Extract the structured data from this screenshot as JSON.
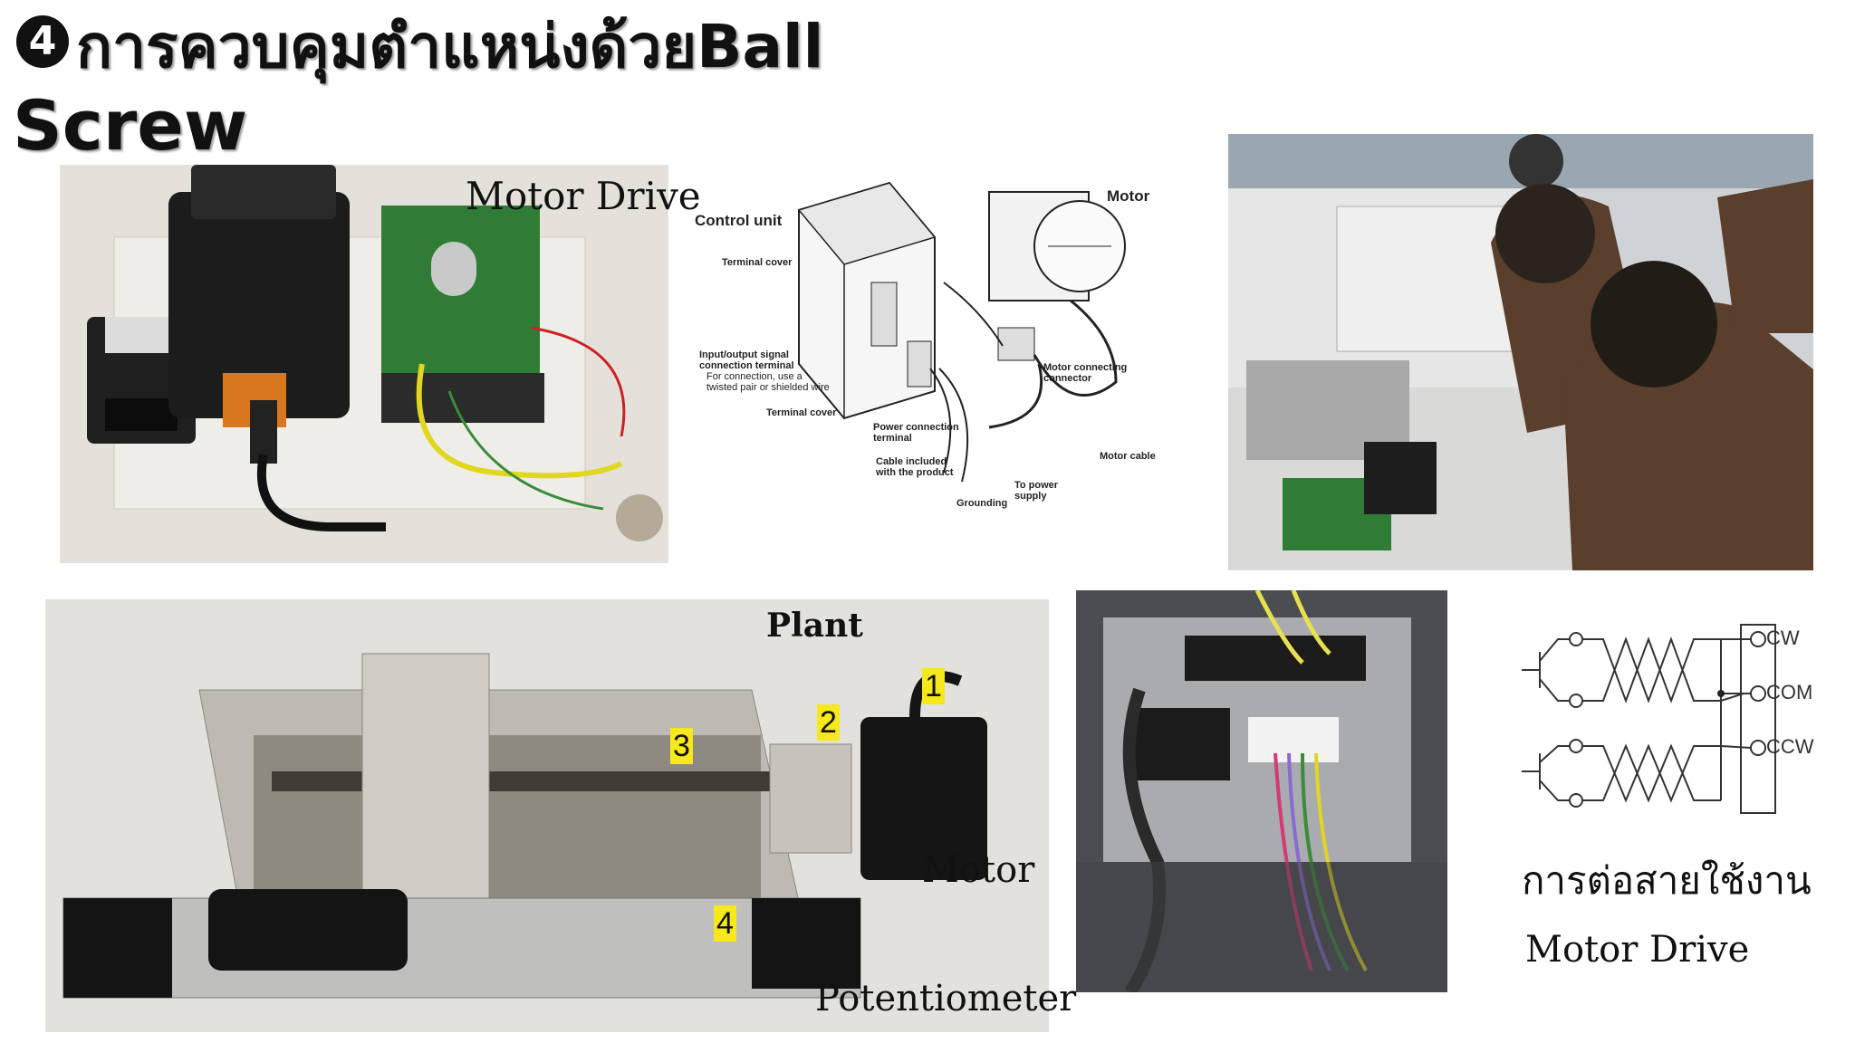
{
  "title": {
    "number": "4",
    "line1": "การควบคุมตำแหน่งด้วยBall",
    "line2": "Screw"
  },
  "captions": {
    "motor_drive_photo": "Motor Drive",
    "plant": "Plant",
    "motor": "Motor",
    "potentiometer": "Potentiometer",
    "wiring_line1": "การต่อสายใช้งาน",
    "wiring_line2": "Motor Drive"
  },
  "diagram": {
    "control_unit": "Control unit",
    "terminal_cover_top": "Terminal cover",
    "io_terminal_1": "Input/output signal",
    "io_terminal_2": "connection terminal",
    "io_terminal_3": "For connection, use a",
    "io_terminal_4": "twisted pair or shielded wire",
    "terminal_cover_bottom": "Terminal cover",
    "power_terminal_1": "Power connection",
    "power_terminal_2": "terminal",
    "cable_1": "Cable included",
    "cable_2": "with the product",
    "grounding": "Grounding",
    "to_power_1": "To power",
    "to_power_2": "supply",
    "motor": "Motor",
    "motor_connector_1": "Motor connecting",
    "motor_connector_2": "connector",
    "motor_cable": "Motor cable"
  },
  "plant_markers": [
    "1",
    "2",
    "3",
    "4"
  ],
  "schematic": {
    "cw": "CW",
    "com": "COM",
    "ccw": "CCW"
  },
  "colors": {
    "ylabel": "#f7e81c",
    "uniform_brown": "#5a3f2c",
    "pcb_green": "#2f7d34"
  }
}
